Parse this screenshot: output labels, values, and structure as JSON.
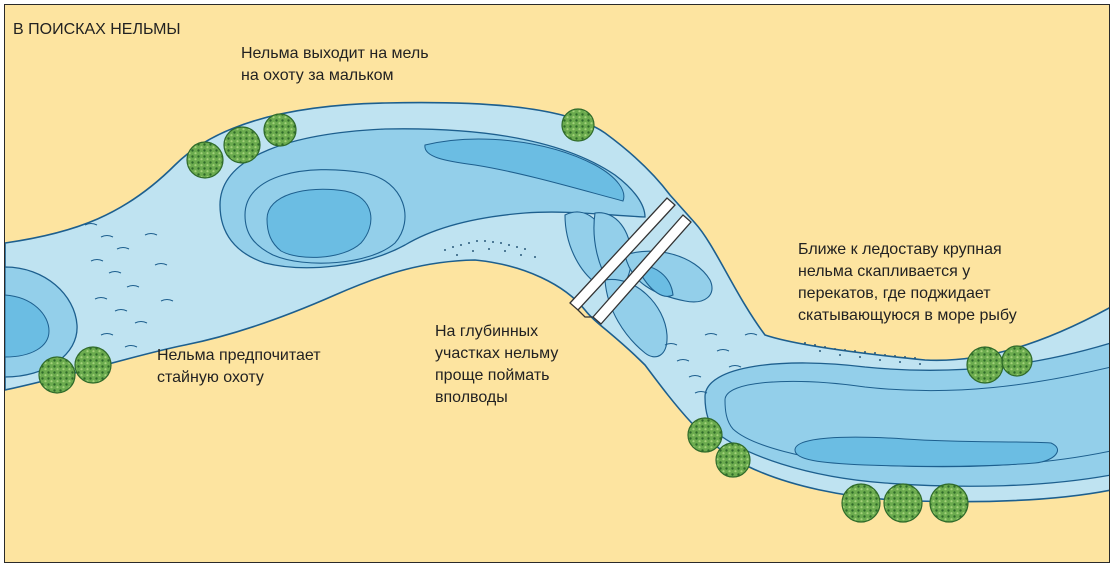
{
  "diagram": {
    "title": "В ПОИСКАХ НЕЛЬМЫ",
    "annotations": {
      "shallows": [
        "Нельма выходит на мель",
        "на охоту за мальком"
      ],
      "school_hunt": [
        "Нельма предпочитает",
        "стайную охоту"
      ],
      "deep_water": [
        "На глубинных",
        "участках нельму",
        "проще поймать",
        "вполводы"
      ],
      "before_freeze": [
        "Ближе к ледоставу крупная",
        "нельма скапливается у",
        "перекатов, где поджидает",
        "скатывающуюся в море рыбу"
      ]
    },
    "colors": {
      "background": "#fde4a0",
      "water_shallow": "#bfe3f1",
      "water_medium": "#93cfea",
      "water_deep": "#6bbde3",
      "outline": "#1d5f8e",
      "bush": "#5fa046",
      "bridge": "#ffffff"
    },
    "icons": [
      "bush-icon",
      "bridge-icon",
      "sand-stipple",
      "ripple-marks"
    ]
  }
}
